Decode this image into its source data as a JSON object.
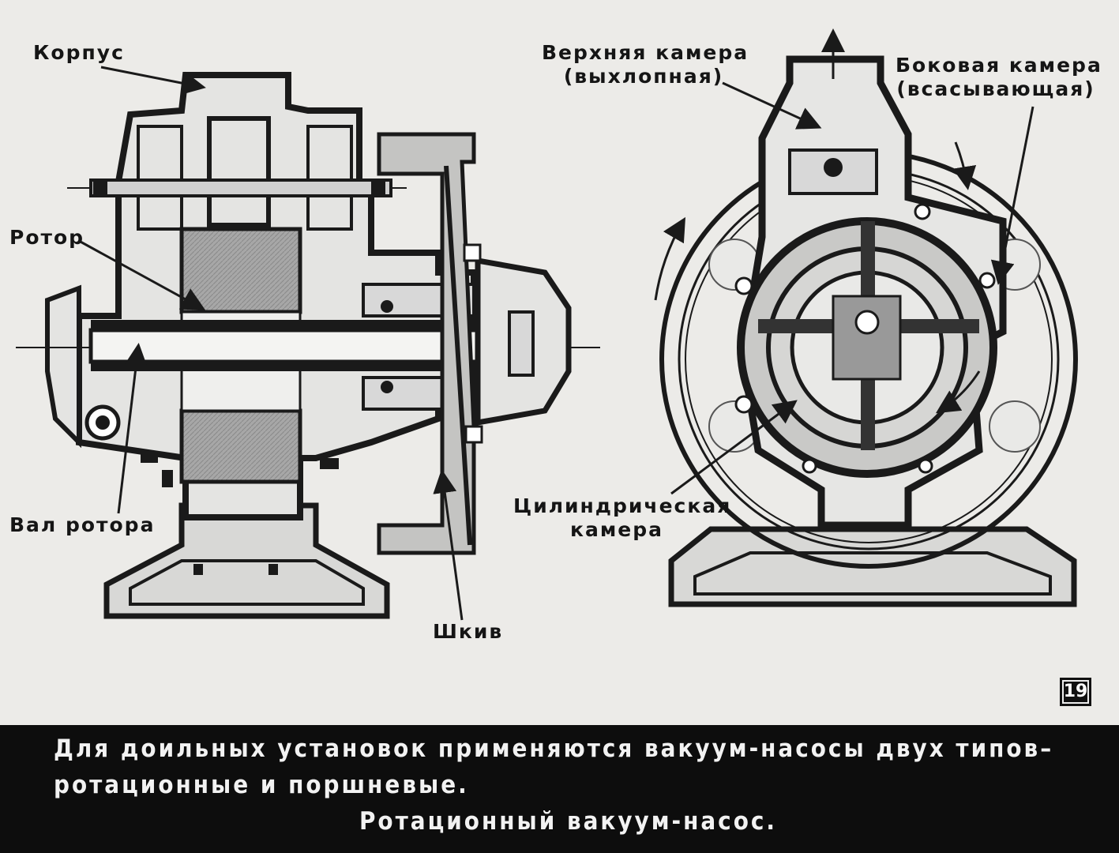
{
  "labels": {
    "body": "Корпус",
    "rotor": "Ротор",
    "rotor_shaft": "Вал ротора",
    "pulley": "Шкив",
    "upper_chamber_1": "Верхняя камера",
    "upper_chamber_2": "(выхлопная)",
    "side_chamber_1": "Боковая камера",
    "side_chamber_2": "(всасывающая)",
    "cyl_chamber_1": "Цилиндрическая",
    "cyl_chamber_2": "камера"
  },
  "slide_number": "19",
  "caption": {
    "line1": "Для доильных установок применяются вакуум-насосы двух типов–",
    "line2": "ротационные и поршневые.",
    "line3": "Ротационный вакуум-насос."
  },
  "colors": {
    "background": "#ecebe8",
    "metal": "#1a1a1a",
    "hatch_fill": "#9a9a9a",
    "caption_bg": "#0d0d0d"
  }
}
